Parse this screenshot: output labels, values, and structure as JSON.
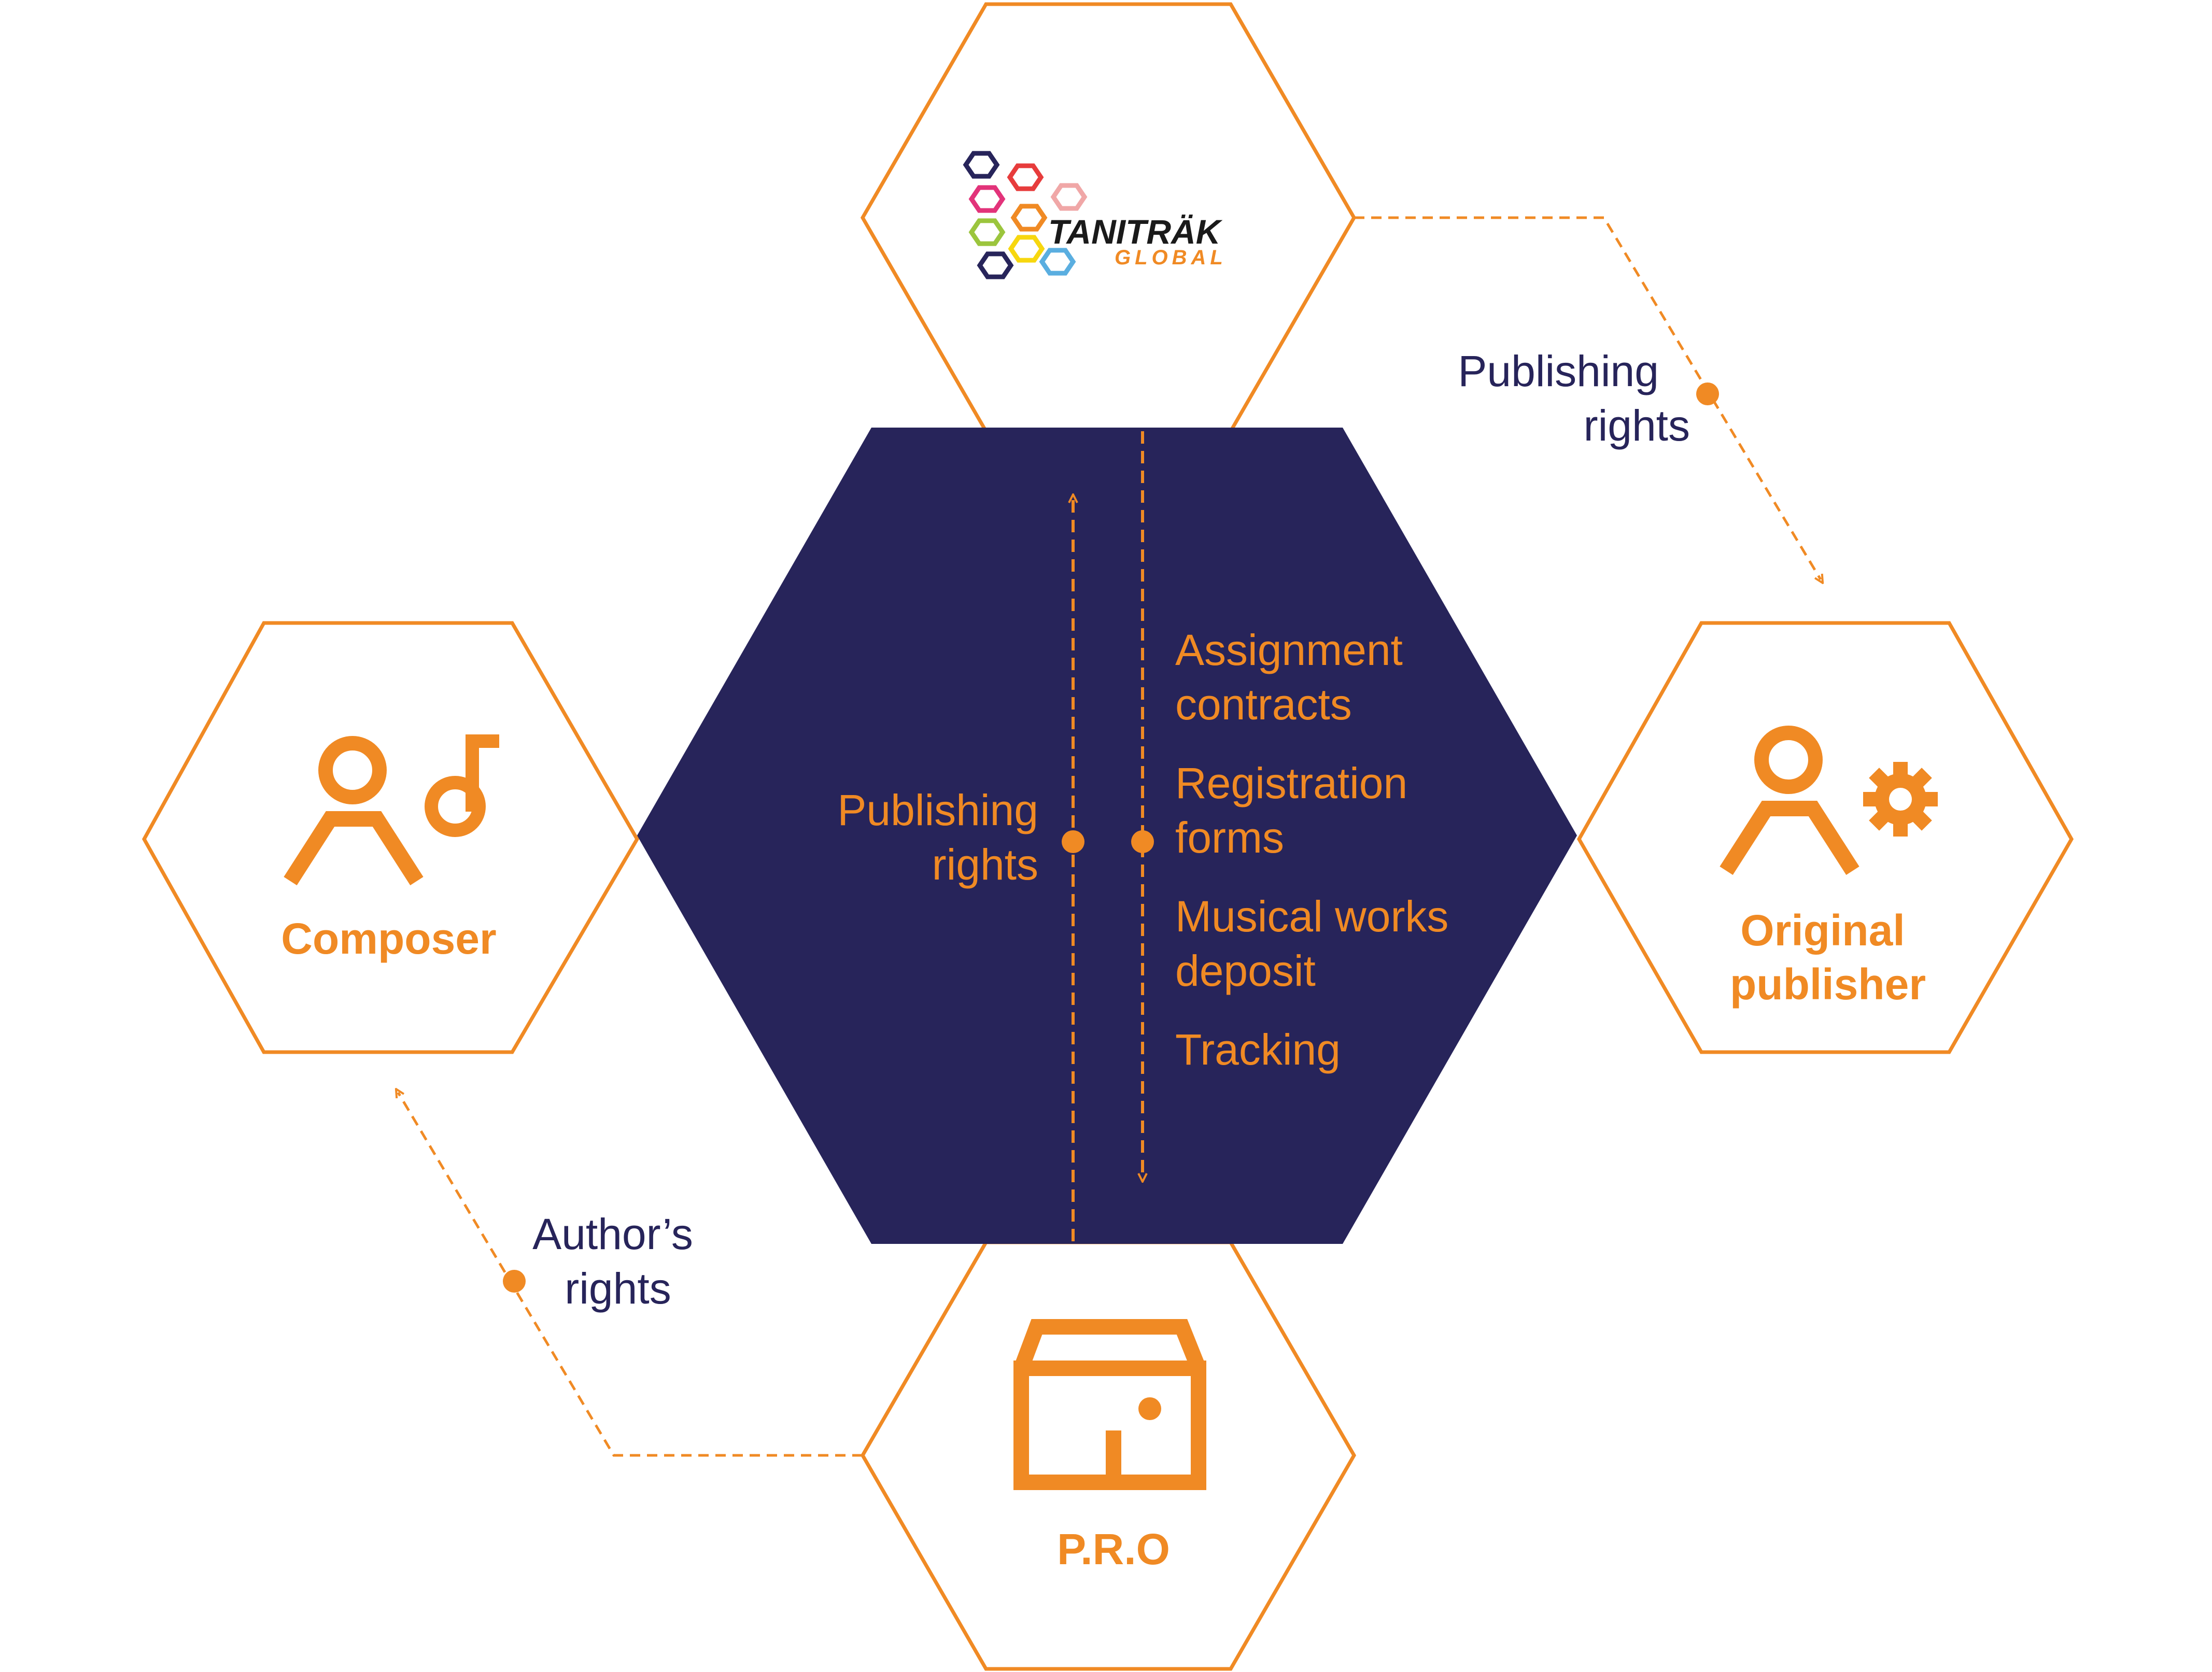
{
  "colors": {
    "orange": "#f08a24",
    "navy": "#27245a",
    "background": "#ffffff"
  },
  "logo": {
    "name": "TANITRÄK",
    "tagline": "GLOBAL",
    "hexagon_colors": [
      "#27245a",
      "#e2337a",
      "#e73c3c",
      "#f0a7a7",
      "#f08a24",
      "#9bc53d",
      "#f7d70f",
      "#5aaee0",
      "#27245a"
    ]
  },
  "nodes": {
    "composer": {
      "label": "Composer",
      "icon": "composer-person-music-note-icon"
    },
    "original_publisher": {
      "label_line1": "Original",
      "label_line2": "publisher",
      "icon": "publisher-person-gear-icon"
    },
    "pro": {
      "label": "P.R.O",
      "icon": "pro-building-icon"
    }
  },
  "center": {
    "left_label_line1": "Publishing",
    "left_label_line2": "rights",
    "items": [
      {
        "line1": "Assignment",
        "line2": "contracts"
      },
      {
        "line1": "Registration",
        "line2": "forms"
      },
      {
        "line1": "Musical works",
        "line2": "deposit"
      },
      {
        "line1": "Tracking",
        "line2": ""
      }
    ]
  },
  "edges": {
    "top_right": {
      "line1": "Publishing",
      "line2": "rights"
    },
    "bottom_left": {
      "line1": "Author’s",
      "line2": "rights"
    }
  }
}
